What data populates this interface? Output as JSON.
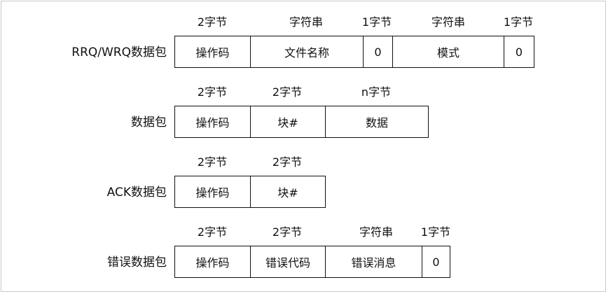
{
  "packets": [
    {
      "label": "RRQ/WRQ数据包",
      "fields": [
        {
          "name": "操作码",
          "size": "2字节"
        },
        {
          "name": "文件名称",
          "size": "字符串"
        },
        {
          "name": "0",
          "size": "1字节"
        },
        {
          "name": "模式",
          "size": "字符串"
        },
        {
          "name": "0",
          "size": "1字节"
        }
      ]
    },
    {
      "label": "数据包",
      "fields": [
        {
          "name": "操作码",
          "size": "2字节"
        },
        {
          "name": "块#",
          "size": "2字节"
        },
        {
          "name": "数据",
          "size": "n字节"
        }
      ]
    },
    {
      "label": "ACK数据包",
      "fields": [
        {
          "name": "操作码",
          "size": "2字节"
        },
        {
          "name": "块#",
          "size": "2字节"
        }
      ]
    },
    {
      "label": "错误数据包",
      "fields": [
        {
          "name": "操作码",
          "size": "2字节"
        },
        {
          "name": "错误代码",
          "size": "2字节"
        },
        {
          "name": "错误消息",
          "size": "字符串"
        },
        {
          "name": "0",
          "size": "1字节"
        }
      ]
    }
  ]
}
